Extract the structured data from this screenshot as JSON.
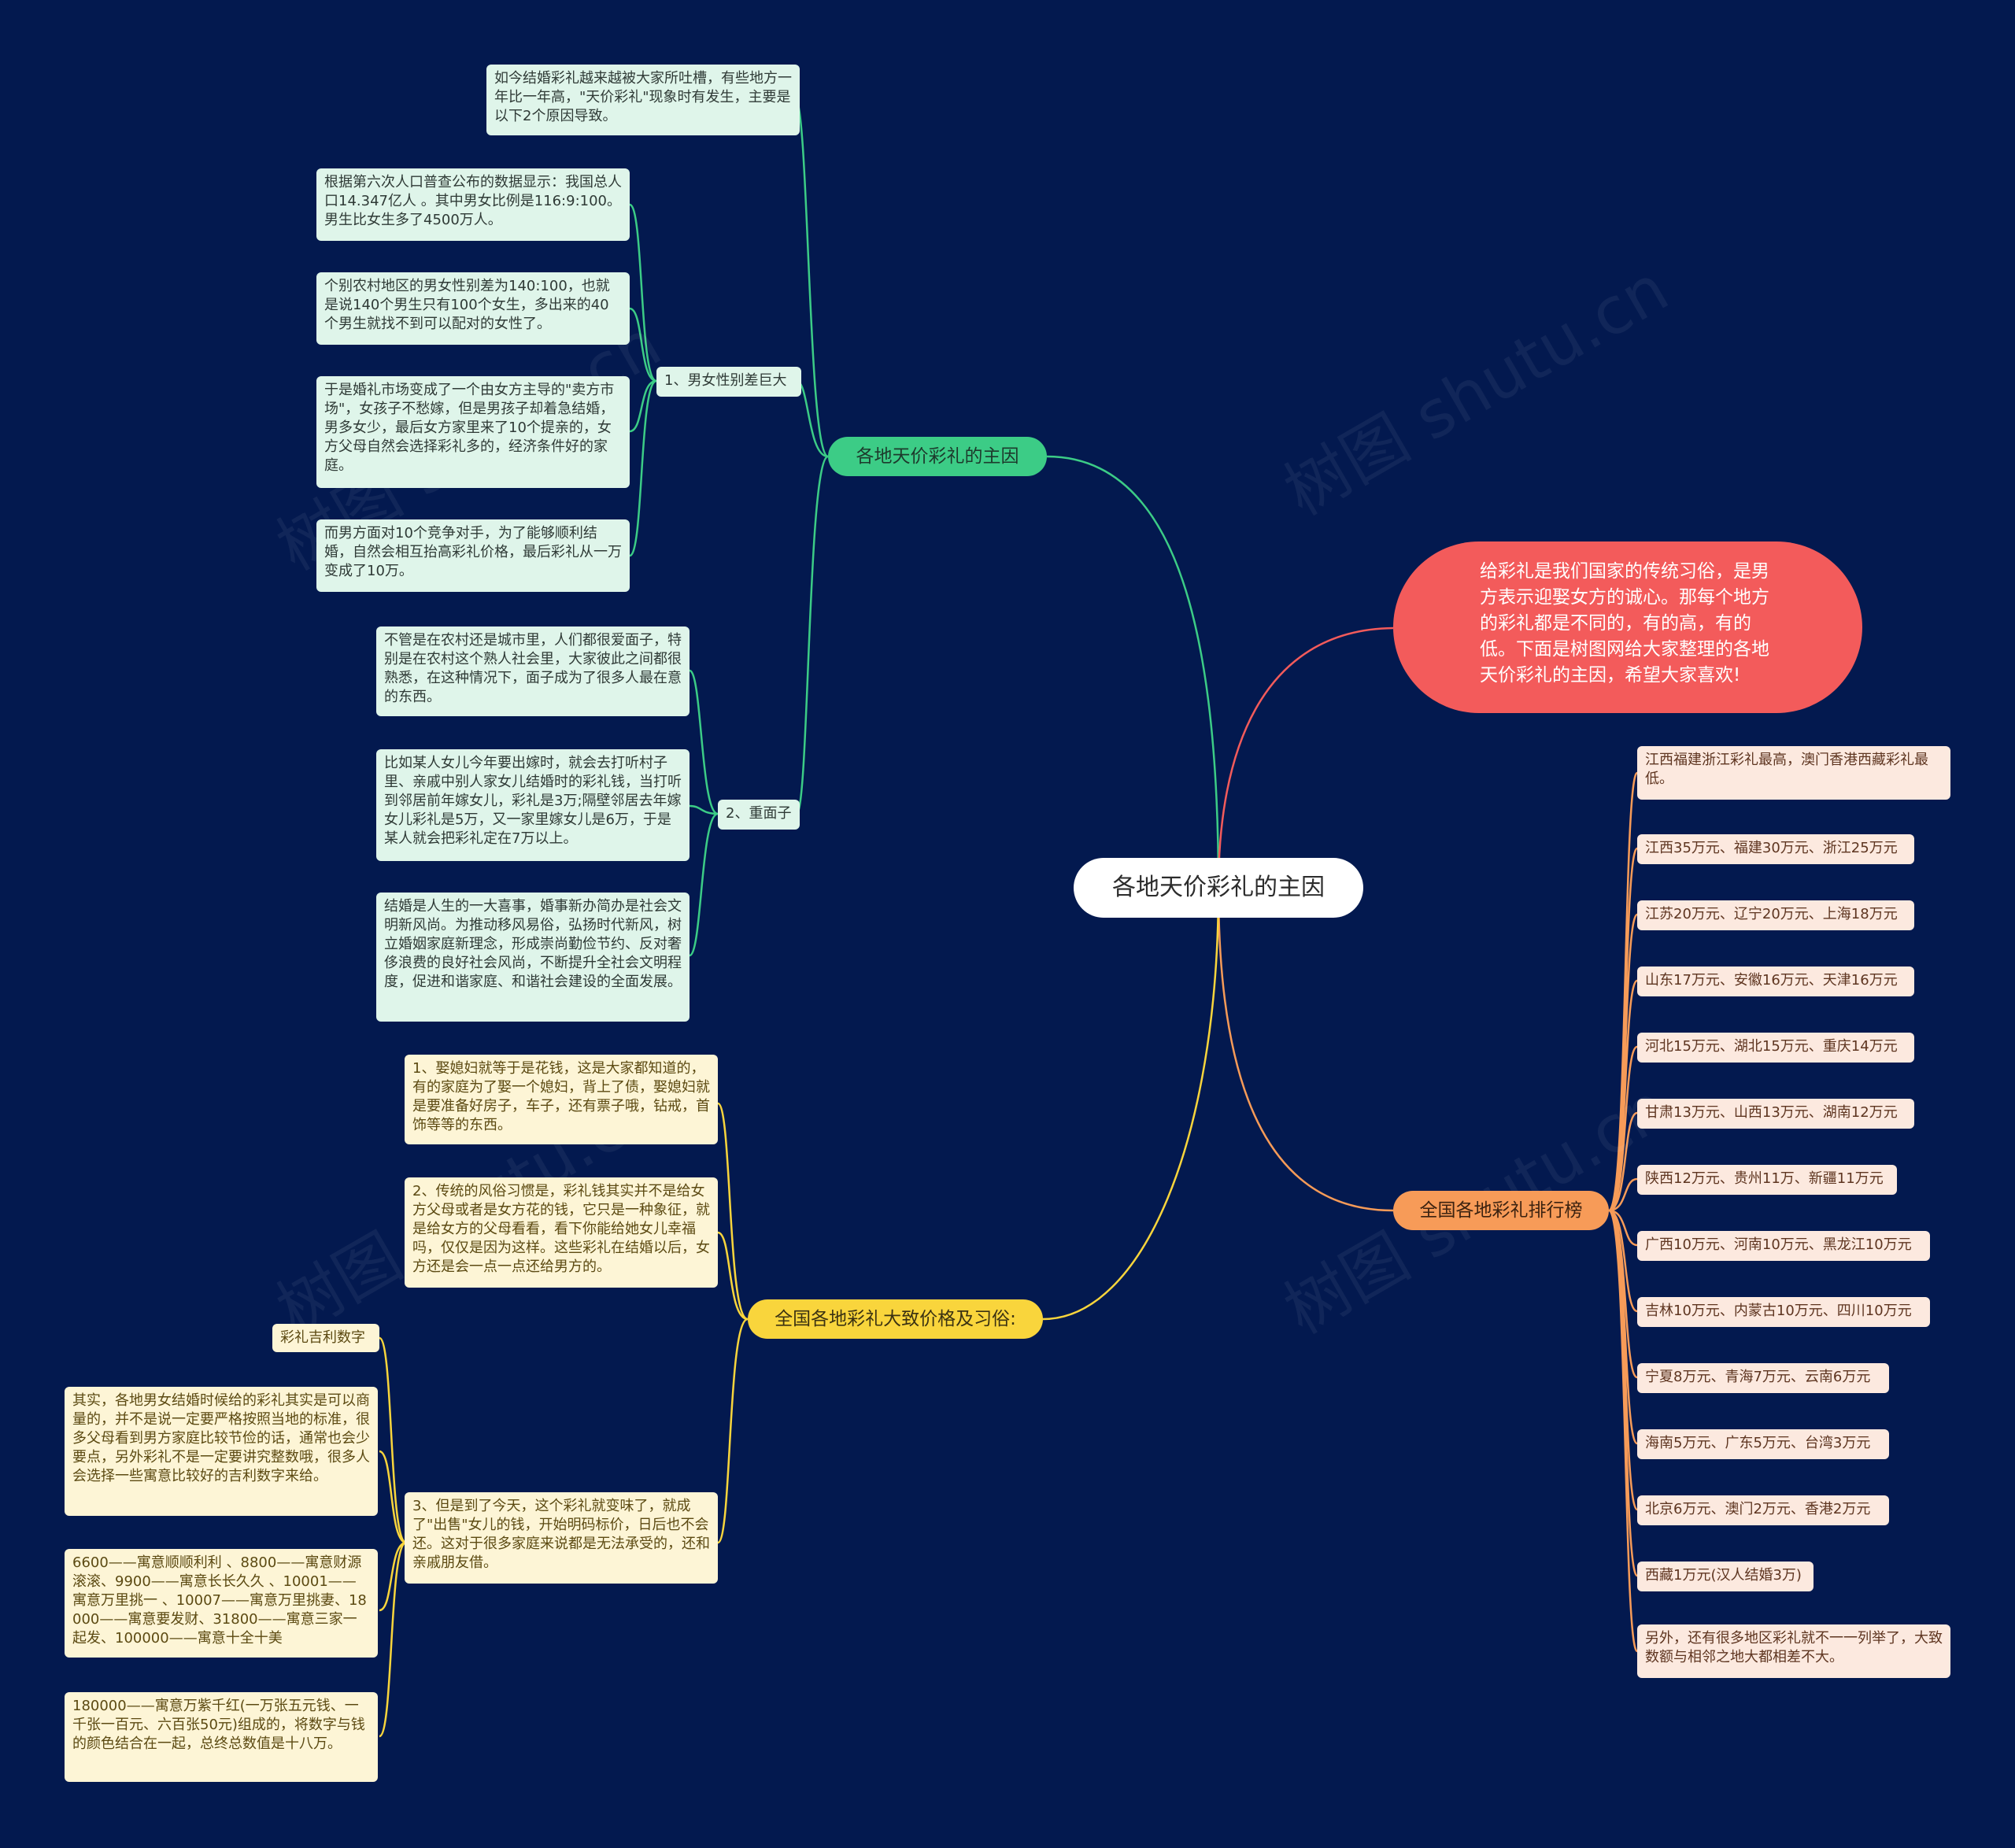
{
  "center": "各地天价彩礼的主因",
  "intro": "给彩礼是我们国家的传统习俗，是男方表示迎娶女方的诚心。那每个地方的彩礼都是不同的，有的高，有的低。下面是树图网给大家整理的各地天价彩礼的主因，希望大家喜欢!",
  "watermark": "树图 shutu.cn",
  "colors": {
    "background": "#03194f",
    "green": "#3ccc86",
    "yellow": "#f9d53c",
    "orange": "#f79b58",
    "red": "#f35b5b"
  },
  "branch_reasons": {
    "label": "各地天价彩礼的主因",
    "top_note": "如今结婚彩礼越来越被大家所吐槽，有些地方一年比一年高，\"天价彩礼\"现象时有发生，主要是以下2个原因导致。",
    "sub1": {
      "label": "1、男女性别差巨大",
      "items": [
        "根据第六次人口普查公布的数据显示：我国总人口14.347亿人 。其中男女比例是116:9:100。男生比女生多了4500万人。",
        "个别农村地区的男女性别差为140:100，也就是说140个男生只有100个女生，多出来的40个男生就找不到可以配对的女性了。",
        "于是婚礼市场变成了一个由女方主导的\"卖方市场\"，女孩子不愁嫁，但是男孩子却着急结婚，男多女少，最后女方家里来了10个提亲的，女方父母自然会选择彩礼多的，经济条件好的家庭。",
        "而男方面对10个竞争对手，为了能够顺利结婚，自然会相互抬高彩礼价格，最后彩礼从一万变成了10万。"
      ]
    },
    "sub2": {
      "label": "2、重面子",
      "items": [
        "不管是在农村还是城市里，人们都很爱面子，特别是在农村这个熟人社会里，大家彼此之间都很熟悉，在这种情况下，面子成为了很多人最在意的东西。",
        "比如某人女儿今年要出嫁时，就会去打听村子里、亲戚中别人家女儿结婚时的彩礼钱，当打听到邻居前年嫁女儿，彩礼是3万;隔壁邻居去年嫁女儿彩礼是5万，又一家里嫁女儿是6万，于是某人就会把彩礼定在7万以上。",
        "结婚是人生的一大喜事，婚事新办简办是社会文明新风尚。为推动移风易俗，弘扬时代新风，树立婚姻家庭新理念，形成崇尚勤俭节约、反对奢侈浪费的良好社会风尚，不断提升全社会文明程度，促进和谐家庭、和谐社会建设的全面发展。"
      ]
    }
  },
  "branch_customs": {
    "label": "全国各地彩礼大致价格及习俗:",
    "items": [
      "1、娶媳妇就等于是花钱，这是大家都知道的，有的家庭为了娶一个媳妇，背上了债，娶媳妇就是要准备好房子，车子，还有票子哦，钻戒，首饰等等的东西。",
      "2、传统的风俗习惯是，彩礼钱其实并不是给女方父母或者是女方花的钱，它只是一种象征，就是给女方的父母看看，看下你能给她女儿幸福吗，仅仅是因为这样。这些彩礼在结婚以后，女方还是会一点一点还给男方的。"
    ],
    "item3": {
      "label": "3、但是到了今天，这个彩礼就变味了，就成了\"出售\"女儿的钱，开始明码标价，日后也不会还。这对于很多家庭来说都是无法承受的，还和亲戚朋友借。",
      "items": [
        "彩礼吉利数字",
        "其实，各地男女结婚时候给的彩礼其实是可以商量的，并不是说一定要严格按照当地的标准，很多父母看到男方家庭比较节俭的话，通常也会少要点，另外彩礼不是一定要讲究整数哦，很多人会选择一些寓意比较好的吉利数字来给。",
        "6600——寓意顺顺利利 、8800——寓意财源滚滚、9900——寓意长长久久 、10001——寓意万里挑一 、10007——寓意万里挑妻、18000——寓意要发财、31800——寓意三家一起发、100000——寓意十全十美",
        "180000——寓意万紫千红(一万张五元钱、一千张一百元、六百张50元)组成的，将数字与钱的颜色结合在一起，总终总数值是十八万。"
      ]
    }
  },
  "branch_ranking": {
    "label": "全国各地彩礼排行榜",
    "items": [
      "江西福建浙江彩礼最高，澳门香港西藏彩礼最低。",
      "江西35万元、福建30万元、浙江25万元",
      "江苏20万元、辽宁20万元、上海18万元",
      "山东17万元、安徽16万元、天津16万元",
      "河北15万元、湖北15万元、重庆14万元",
      "甘肃13万元、山西13万元、湖南12万元",
      "陕西12万元、贵州11万、新疆11万元",
      "广西10万元、河南10万元、黑龙江10万元",
      "吉林10万元、内蒙古10万元、四川10万元",
      "宁夏8万元、青海7万元、云南6万元",
      "海南5万元、广东5万元、台湾3万元",
      "北京6万元、澳门2万元、香港2万元",
      "西藏1万元(汉人结婚3万)",
      "另外，还有很多地区彩礼就不一一列举了，大致数额与相邻之地大都相差不大。"
    ]
  }
}
